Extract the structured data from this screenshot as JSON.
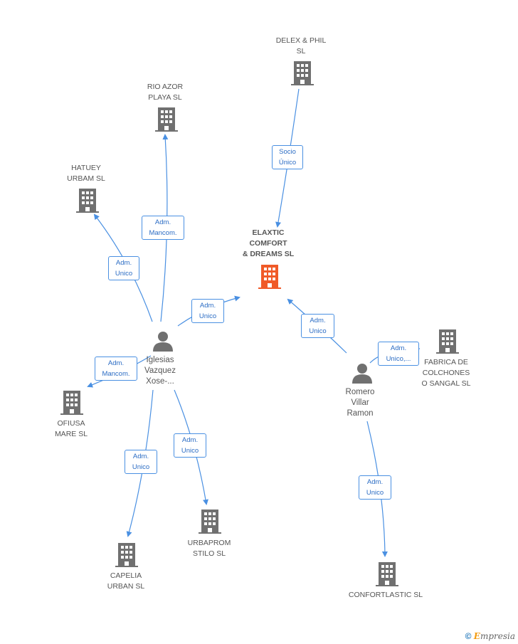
{
  "colors": {
    "edge": "#4a90e2",
    "building": "#707070",
    "building_center": "#f05a28",
    "person": "#707070"
  },
  "companies": [
    {
      "id": "delex",
      "label": "DELEX & PHIL\nSL",
      "icon": "building-icon"
    },
    {
      "id": "rio",
      "label": "RIO AZOR\nPLAYA SL",
      "icon": "building-icon"
    },
    {
      "id": "hatuey",
      "label": "HATUEY\nURBAM SL",
      "icon": "building-icon"
    },
    {
      "id": "center",
      "label": "ELAXTIC\nCOMFORT\n& DREAMS SL",
      "icon": "building-icon"
    },
    {
      "id": "fabrica",
      "label": "FABRICA DE\nCOLCHONES\nO SANGAL SL",
      "icon": "building-icon"
    },
    {
      "id": "ofiusa",
      "label": "OFIUSA\nMARE SL",
      "icon": "building-icon"
    },
    {
      "id": "urbaprom",
      "label": "URBAPROM\nSTILO SL",
      "icon": "building-icon"
    },
    {
      "id": "capelia",
      "label": "CAPELIA\nURBAN SL",
      "icon": "building-icon"
    },
    {
      "id": "confortlastic",
      "label": "CONFORTLASTIC SL",
      "icon": "building-icon"
    }
  ],
  "persons": [
    {
      "id": "iglesias",
      "label": "Iglesias\nVazquez\nXose-...",
      "icon": "person-icon"
    },
    {
      "id": "romero",
      "label": "Romero\nVillar\nRamon",
      "icon": "person-icon"
    }
  ],
  "relations": [
    {
      "from": "delex",
      "to": "center",
      "label": "Socio\nÚnico"
    },
    {
      "from": "iglesias",
      "to": "rio",
      "label": "Adm.\nMancom."
    },
    {
      "from": "iglesias",
      "to": "hatuey",
      "label": "Adm.\nUnico"
    },
    {
      "from": "iglesias",
      "to": "center",
      "label": "Adm.\nUnico"
    },
    {
      "from": "iglesias",
      "to": "ofiusa",
      "label": "Adm.\nMancom."
    },
    {
      "from": "iglesias",
      "to": "capelia",
      "label": "Adm.\nUnico"
    },
    {
      "from": "iglesias",
      "to": "urbaprom",
      "label": "Adm.\nUnico"
    },
    {
      "from": "romero",
      "to": "center",
      "label": "Adm.\nUnico"
    },
    {
      "from": "romero",
      "to": "fabrica",
      "label": "Adm.\nUnico,..."
    },
    {
      "from": "romero",
      "to": "confortlastic",
      "label": "Adm.\nUnico"
    }
  ],
  "footer": {
    "copyright": "©",
    "brand_initial": "E",
    "brand_rest": "mpresia"
  }
}
